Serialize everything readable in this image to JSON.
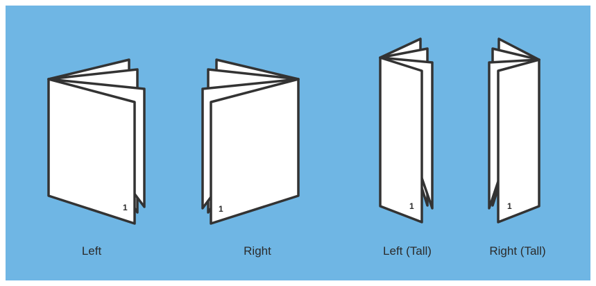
{
  "options": [
    {
      "label": "Left",
      "page_number": "1"
    },
    {
      "label": "Right",
      "page_number": "1"
    },
    {
      "label": "Left (Tall)",
      "page_number": "1"
    },
    {
      "label": "Right (Tall)",
      "page_number": "1"
    }
  ],
  "colors": {
    "background": "#6fb6e4",
    "page_fill": "#ffffff",
    "page_stroke": "#333333",
    "text": "#2b2b2b"
  }
}
